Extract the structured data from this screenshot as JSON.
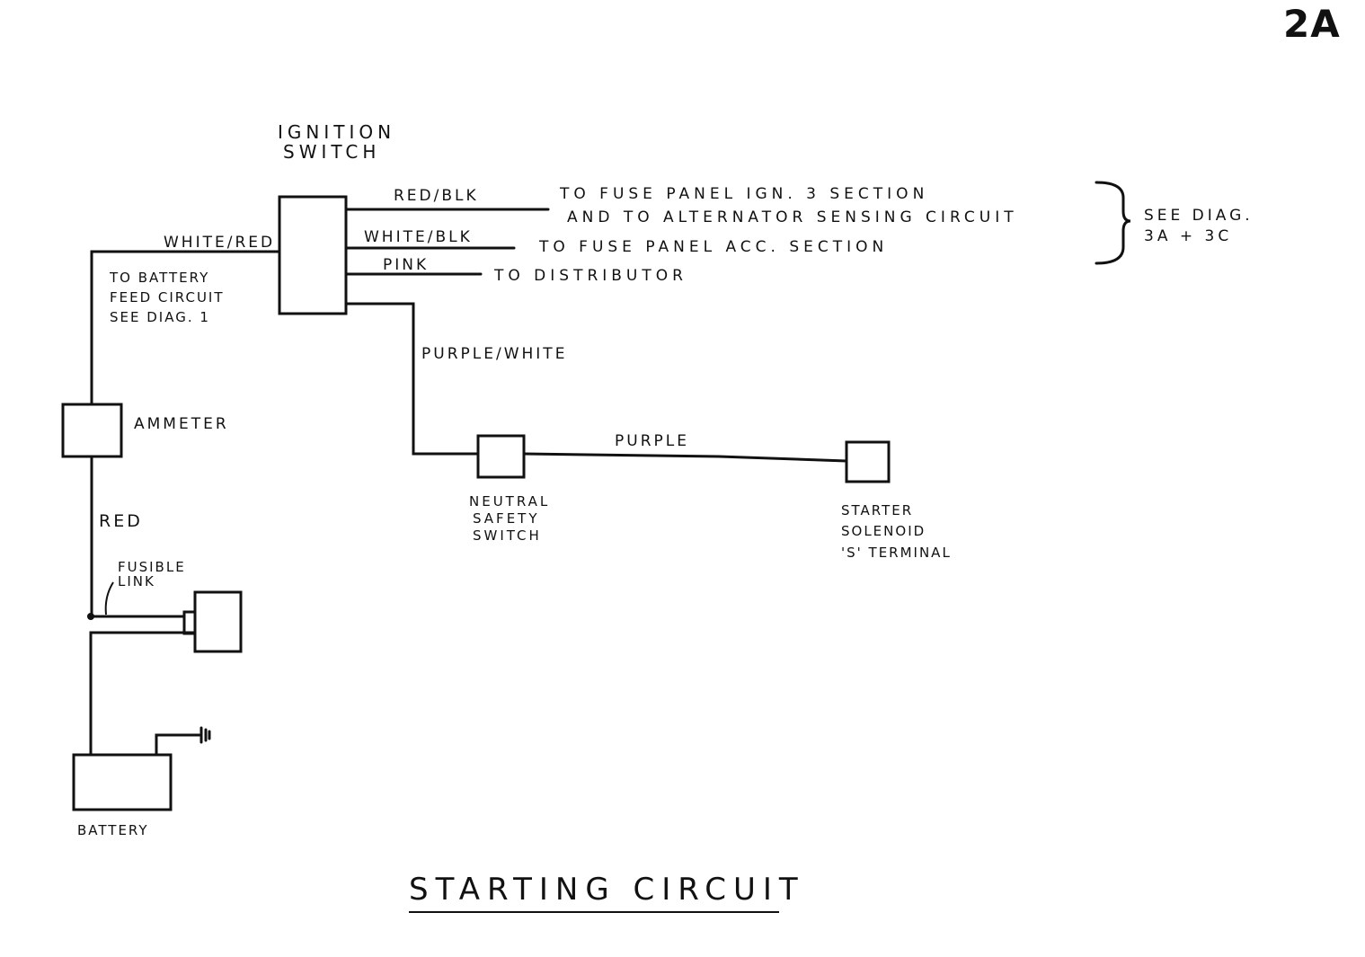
{
  "page_number": "2A",
  "title": "Starting Circuit",
  "components": {
    "ignition_switch": [
      "Ignition",
      "Switch"
    ],
    "ammeter": "Ammeter",
    "battery": "Battery",
    "fusible_link": [
      "Fusible",
      "Link"
    ],
    "neutral_safety_switch": [
      "Neutral",
      "Safety",
      "Switch"
    ],
    "starter_solenoid": [
      "Starter",
      "Solenoid",
      "'S' Terminal"
    ]
  },
  "wires": {
    "white_red": "White/Red",
    "red_blk": "Red/Blk",
    "white_blk": "White/Blk",
    "pink": "Pink",
    "purple_white": "Purple/White",
    "purple": "Purple",
    "red": "Red"
  },
  "destinations": {
    "battery_feed": [
      "To Battery",
      "Feed Circuit",
      "See Diag. 1"
    ],
    "fuse_ign3": "To Fuse Panel Ign. 3 Section",
    "alternator": "And To Alternator Sensing Circuit",
    "fuse_acc": "To Fuse Panel Acc. Section",
    "distributor": "To Distributor",
    "see_diag": [
      "See Diag.",
      "3A + 3C"
    ]
  }
}
